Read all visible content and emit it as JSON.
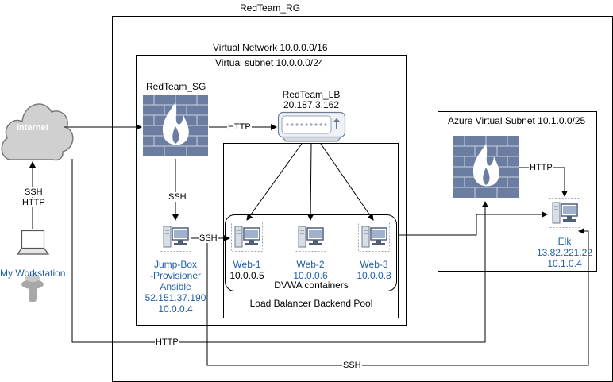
{
  "resource_group": {
    "label": "RedTeam_RG"
  },
  "vnet": {
    "label": "Virtual Network 10.0.0.0/16"
  },
  "subnet": {
    "label": "Virtual subnet 10.0.0.0/24"
  },
  "azure_subnet": {
    "label": "Azure Virtual Subnet 10.1.0.0/25"
  },
  "internet": {
    "label": "Internet"
  },
  "workstation": {
    "label": "My Workstation"
  },
  "security_group": {
    "label": "RedTeam_SG"
  },
  "load_balancer": {
    "name": "RedTeam_LB",
    "ip": "20.187.3.162"
  },
  "backend_pool": {
    "label": "Load Balancer Backend Pool"
  },
  "containers": {
    "label": "DVWA containers"
  },
  "jump_box": {
    "line1": "Jump-Box",
    "line2": "-Provisioner",
    "line3": "Ansible",
    "ip_public": "52.151.37.190",
    "ip_private": "10.0.0.4"
  },
  "web_servers": [
    {
      "name": "Web-1",
      "ip": "10.0.0.5"
    },
    {
      "name": "Web-2",
      "ip": "10.0.0.6"
    },
    {
      "name": "Web-3",
      "ip": "10.0.0.8"
    }
  ],
  "elk": {
    "name": "Elk",
    "ip_public": "13.82.221.22",
    "ip_private": "10.1.0.4"
  },
  "edge_labels": {
    "internet_to_sg": "HTTP",
    "sg_to_lb": "HTTP",
    "sg_to_jump": "SSH",
    "jump_to_web": "SSH",
    "azure_http": "HTTP",
    "workstation_ssh": "SSH",
    "workstation_http": "HTTP",
    "bottom_http": "HTTP",
    "bottom_ssh": "SSH"
  },
  "colors": {
    "firewall_brick": "#6b7ea1",
    "node_blue": "#1f5fa8",
    "cloud_fill": "#d0d0d0"
  }
}
